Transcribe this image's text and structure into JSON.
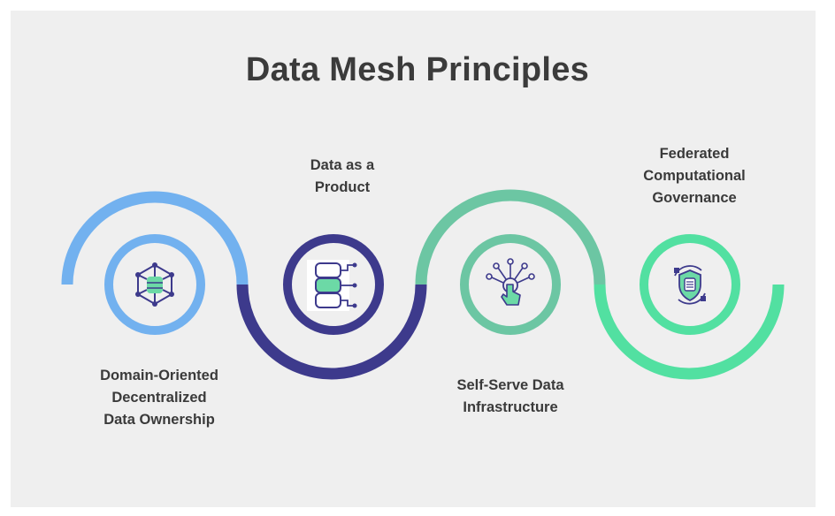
{
  "title": "Data Mesh Principles",
  "principles": [
    {
      "lines": [
        "Domain-Oriented",
        "Decentralized",
        "Data Ownership"
      ],
      "icon": "decentralized-network-icon",
      "color": "#72b1ef"
    },
    {
      "lines": [
        "Data as a",
        "Product"
      ],
      "icon": "database-product-icon",
      "color": "#3d3a8c"
    },
    {
      "lines": [
        "Self-Serve Data",
        "Infrastructure"
      ],
      "icon": "self-serve-touch-icon",
      "color": "#6cc6a3"
    },
    {
      "lines": [
        "Federated",
        "Computational",
        "Governance"
      ],
      "icon": "shield-governance-icon",
      "color": "#52e0a1"
    }
  ]
}
